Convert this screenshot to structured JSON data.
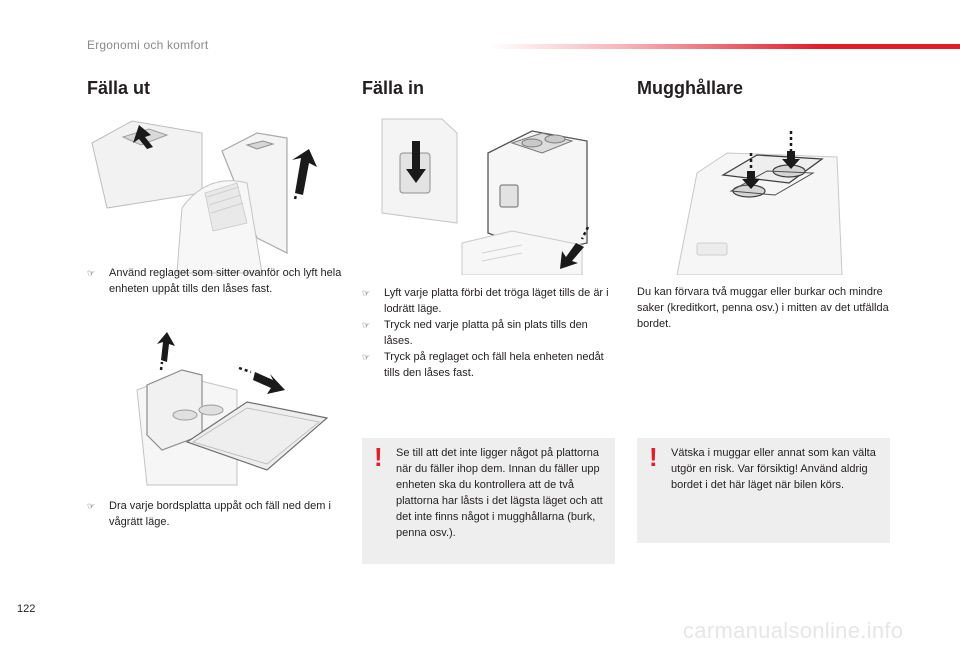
{
  "header": {
    "section_title": "Ergonomi och komfort",
    "accent_color": "#e21e2c"
  },
  "page_number": "122",
  "columns": {
    "fold_out": {
      "title": "Fälla ut",
      "step1": "Använd reglaget som sitter ovanför och lyft hela enheten uppåt tills den låses fast.",
      "step2": "Dra varje bordsplatta uppåt och fäll ned dem i vågrätt läge."
    },
    "fold_in": {
      "title": "Fälla in",
      "steps": [
        "Lyft varje platta förbi det tröga läget tills de är i lodrätt läge.",
        "Tryck ned varje platta på sin plats tills den låses.",
        "Tryck på reglaget och fäll hela enheten nedåt tills den låses fast."
      ],
      "warning": "Se till att det inte ligger något på plattorna när du fäller ihop dem. Innan du fäller upp enheten ska du kontrollera att de två plattorna har låsts i det lägsta läget och att det inte finns något i mugghållarna (burk, penna osv.)."
    },
    "cup_holder": {
      "title": "Mugghållare",
      "description": "Du kan förvara två muggar eller burkar och mindre saker (kreditkort, penna osv.) i mitten av det utfällda bordet.",
      "warning": "Vätska i muggar eller annat som kan välta utgör en risk. Var försiktig! Använd aldrig bordet i det här läget när bilen körs."
    }
  },
  "icons": {
    "bullet": "pointing-finger-icon",
    "warning": "exclamation-icon"
  },
  "watermark": "carmanualsonline.info"
}
